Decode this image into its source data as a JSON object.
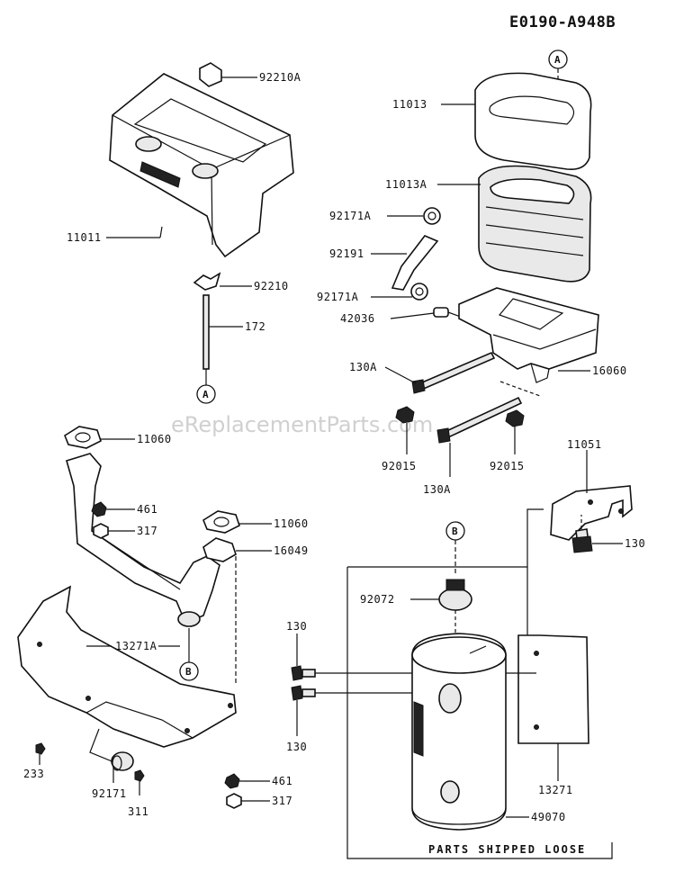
{
  "diagram_code": "E0190-A948B",
  "watermark": "eReplacementParts.com",
  "box_caption": "PARTS SHIPPED LOOSE",
  "ref_markers": {
    "a": "A",
    "b": "B"
  },
  "labels": {
    "p92210A": "92210A",
    "p11011": "11011",
    "p92210": "92210",
    "p172": "172",
    "p11013": "11013",
    "p11013A": "11013A",
    "p92171A_top": "92171A",
    "p92191": "92191",
    "p92171A_mid": "92171A",
    "p42036": "42036",
    "p130A_left": "130A",
    "p16060": "16060",
    "p92015_left": "92015",
    "p130A_bottom": "130A",
    "p92015_right": "92015",
    "p11060_top": "11060",
    "p461_top": "461",
    "p317_top": "317",
    "p11060_mid": "11060",
    "p16049": "16049",
    "p13271A": "13271A",
    "p233": "233",
    "p92171": "92171",
    "p311": "311",
    "p461_bottom": "461",
    "p317_bottom": "317",
    "p11051": "11051",
    "p130_right": "130",
    "p92072": "92072",
    "p130_upper": "130",
    "p130_lower": "130",
    "p13271": "13271",
    "p49070": "49070"
  }
}
